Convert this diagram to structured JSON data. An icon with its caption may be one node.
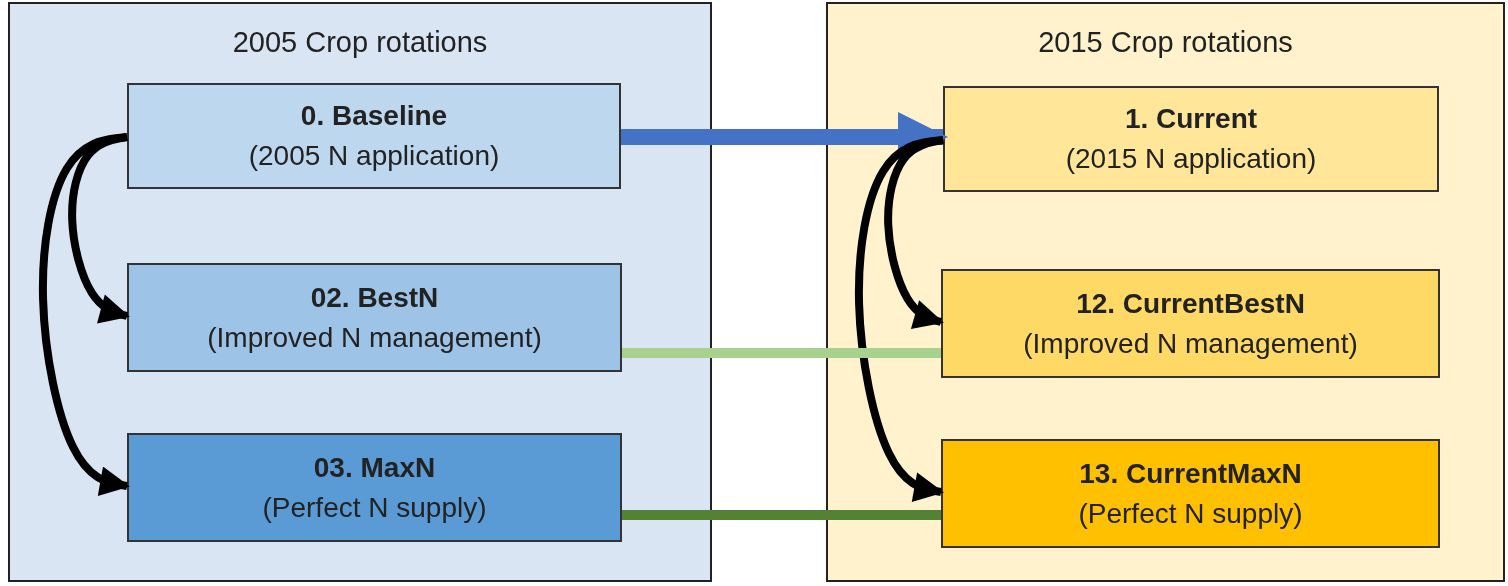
{
  "diagram": {
    "nodes": [
      {
        "text": [
          "2005 Crop rotations"
        ]
      },
      {
        "text": [
          "0. Baseline",
          "(2005 N application)"
        ],
        "in": 0
      },
      {
        "text": [
          "02. BestN",
          "(Improved N management)"
        ],
        "in": 0
      },
      {
        "text": [
          "03. MaxN",
          "(Perfect N supply)"
        ],
        "in": 0
      },
      {
        "text": [
          "2015 Crop rotations"
        ]
      },
      {
        "text": [
          "1. Current",
          "(2015 N application)"
        ],
        "in": 4
      },
      {
        "text": [
          "12. CurrentBestN",
          "(Improved N management)"
        ],
        "in": 4
      },
      {
        "text": [
          "13. CurrentMaxN",
          "(Perfect N supply)"
        ],
        "in": 4
      }
    ],
    "edges": [
      {
        "from": 1,
        "to": 5,
        "arrow": "to",
        "style": "thick",
        "color": "#4472c4"
      },
      {
        "from": 1,
        "to": 2,
        "arrow": "to"
      },
      {
        "from": 1,
        "to": 3,
        "arrow": "to"
      },
      {
        "from": 5,
        "to": 6,
        "arrow": "to"
      },
      {
        "from": 5,
        "to": 7,
        "arrow": "to"
      },
      {
        "from": 2,
        "to": 6,
        "arrow": "none",
        "color": "#a9d18e"
      },
      {
        "from": 3,
        "to": 7,
        "arrow": "none",
        "color": "#548235"
      }
    ]
  }
}
